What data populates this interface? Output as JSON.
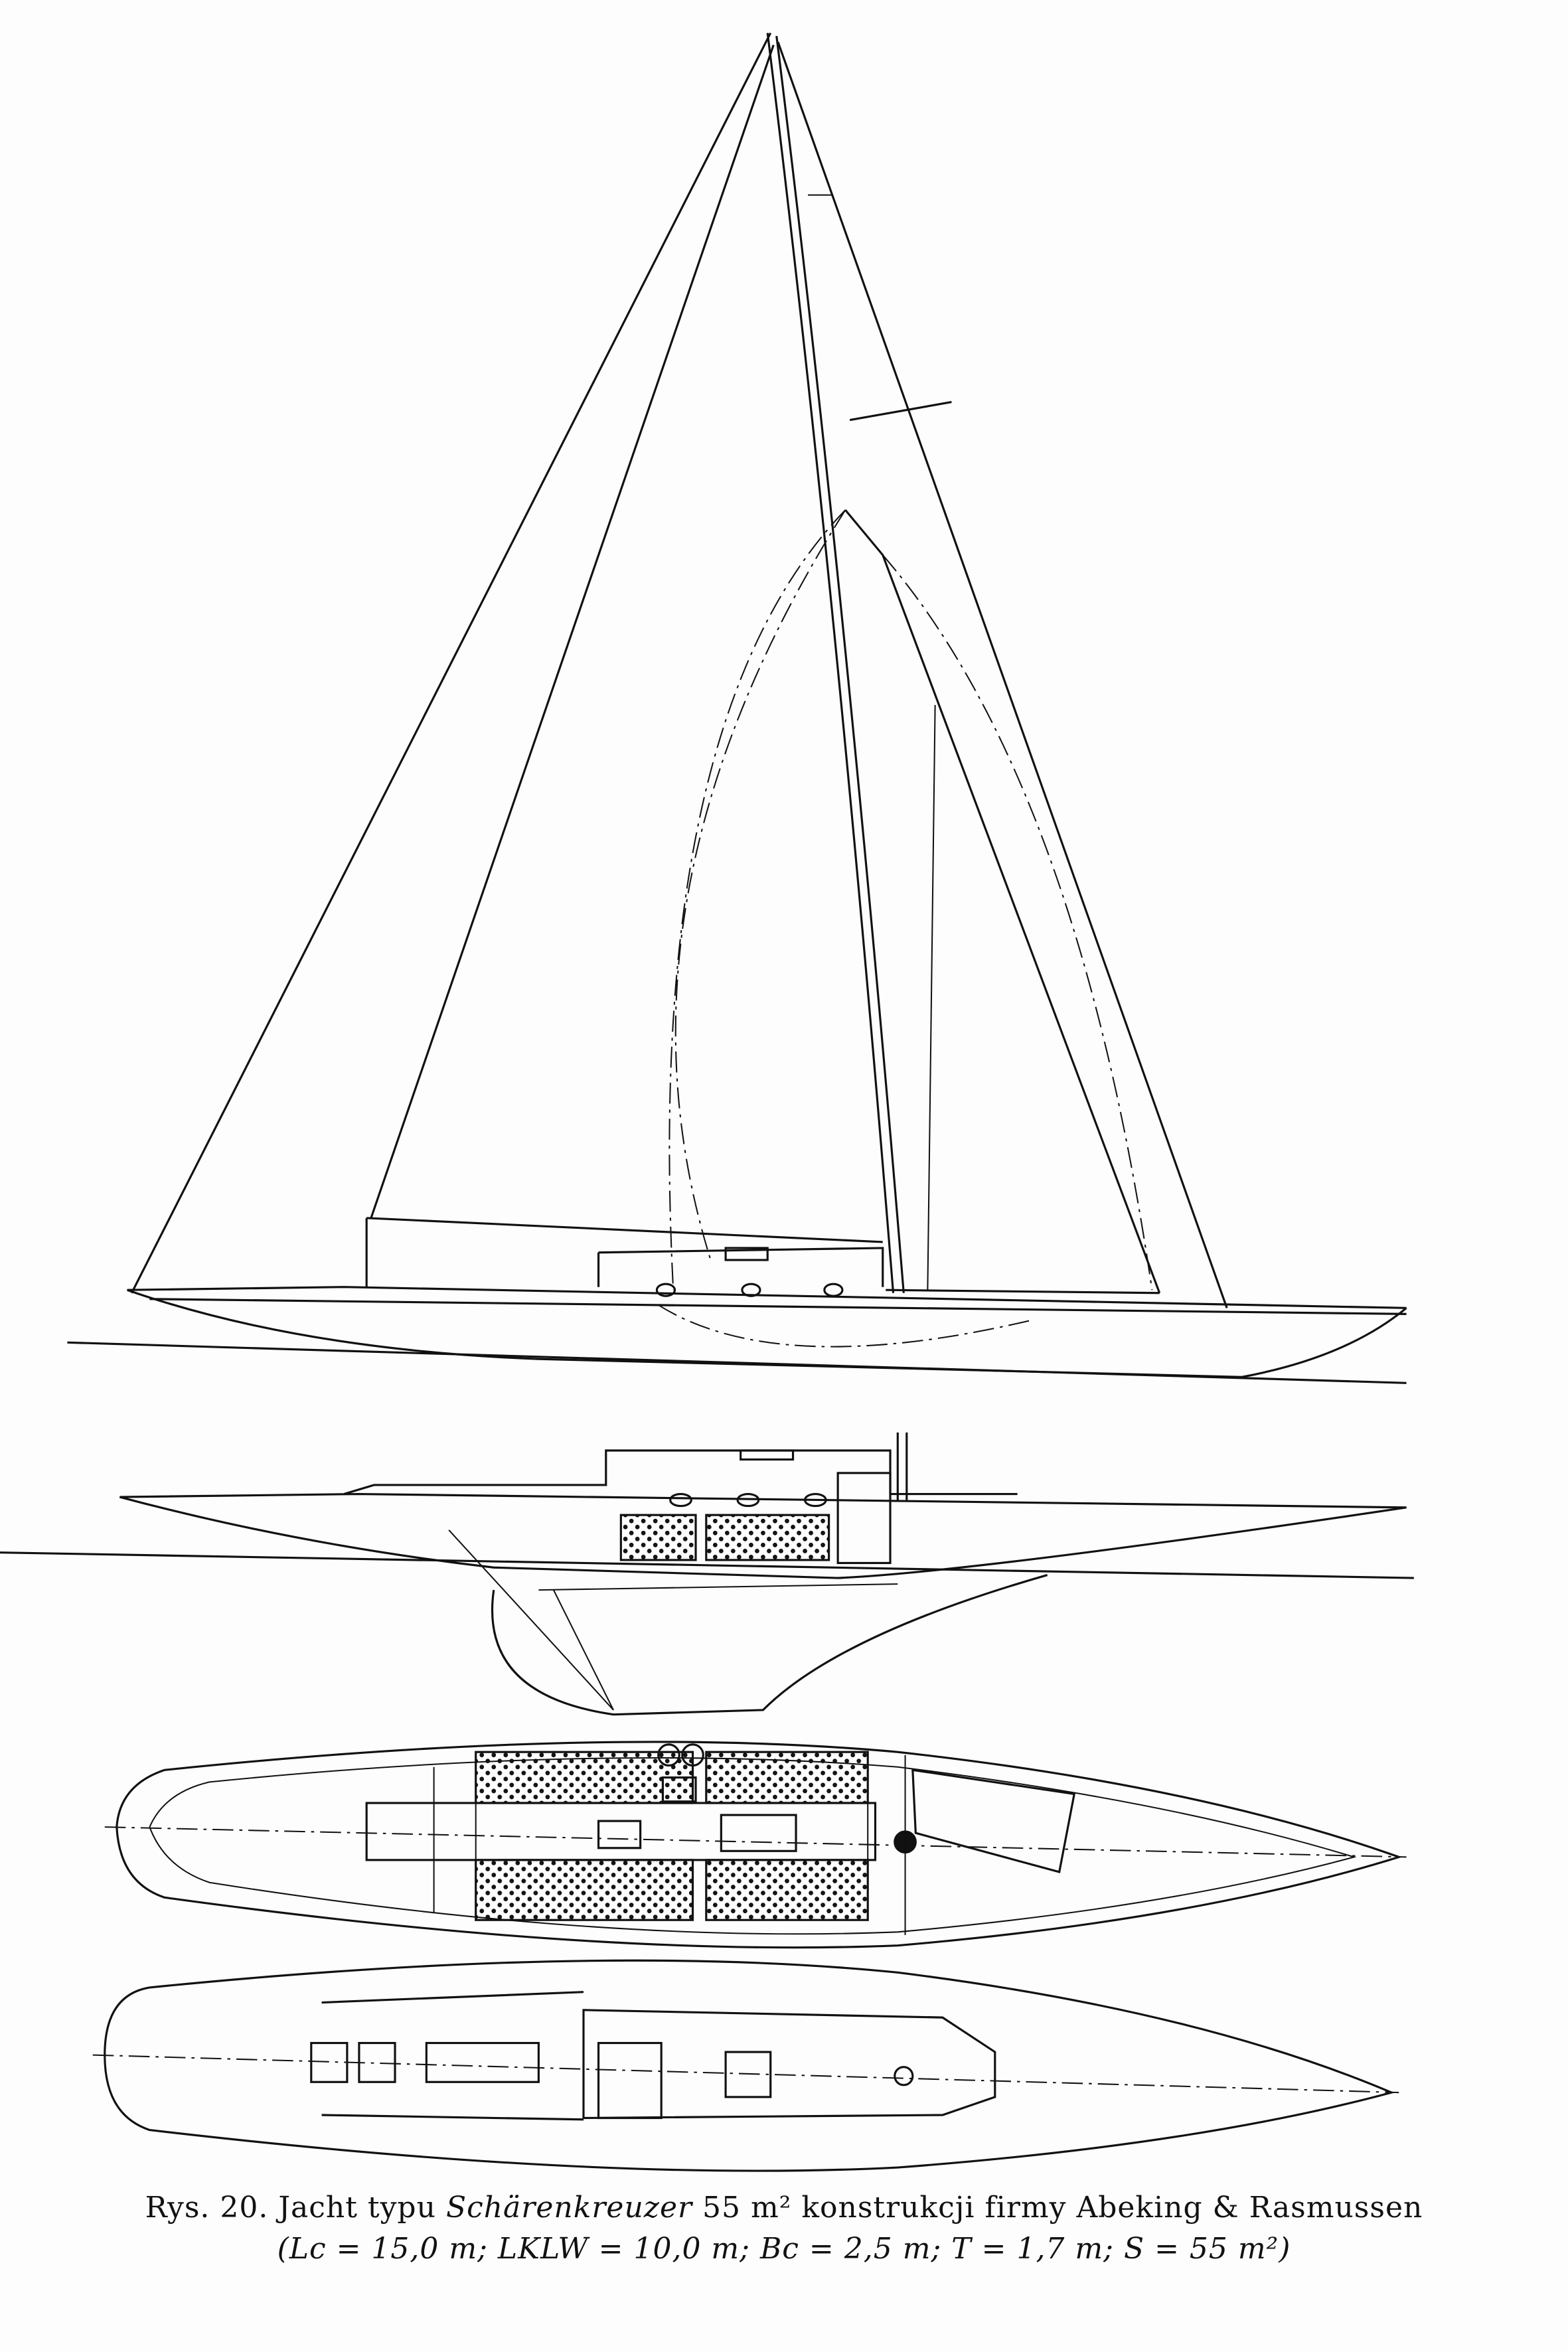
{
  "caption": {
    "line1_prefix": "Rys. 20. Jacht typu",
    "line1_type": "Schärenkreuzer",
    "line1_suffix": "55 m² konstrukcji firmy Abeking & Rasmussen",
    "line2": "(Lc = 15,0 m; LKLW = 10,0 m; Bc = 2,5 m; T = 1,7 m; S = 55 m²)"
  },
  "views": [
    "sail-plan",
    "profile-section",
    "deck-plan-interior",
    "deck-plan-top"
  ]
}
